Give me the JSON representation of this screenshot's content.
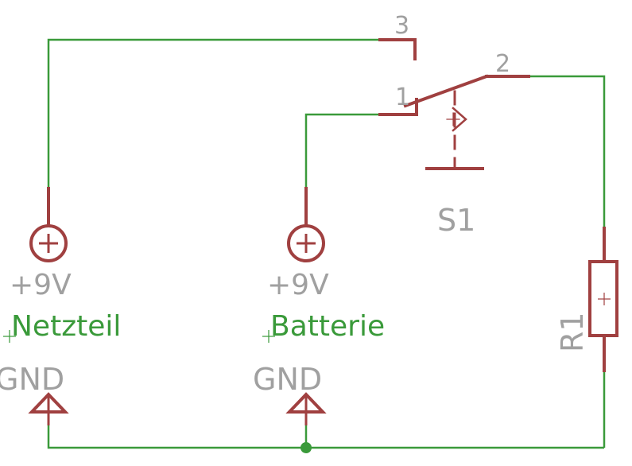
{
  "colors": {
    "wire": "#3a9a3a",
    "symbol": "#a04040",
    "label_gray": "#a0a0a0",
    "net_label": "#3a9a3a",
    "junction": "#3a9a3a"
  },
  "switch": {
    "name": "S1",
    "pins": {
      "p1": "1",
      "p2": "2",
      "p3": "3"
    }
  },
  "supplies": [
    {
      "value": "+9V",
      "net": "Netzteil",
      "icon": "supply-plus-icon"
    },
    {
      "value": "+9V",
      "net": "Batterie",
      "icon": "supply-plus-icon"
    }
  ],
  "grounds": [
    {
      "label": "GND",
      "icon": "ground-icon"
    },
    {
      "label": "GND",
      "icon": "ground-icon"
    }
  ],
  "resistor": {
    "name": "R1",
    "icon": "resistor-icon"
  }
}
